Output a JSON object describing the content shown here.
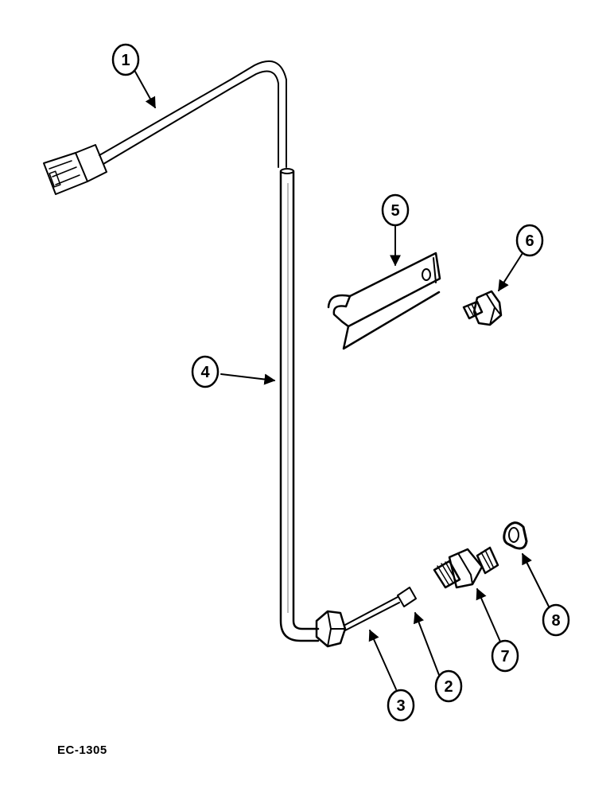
{
  "diagram": {
    "figure_code": "EC-1305",
    "callouts": [
      {
        "id": "1",
        "label": "1"
      },
      {
        "id": "2",
        "label": "2"
      },
      {
        "id": "3",
        "label": "3"
      },
      {
        "id": "4",
        "label": "4"
      },
      {
        "id": "5",
        "label": "5"
      },
      {
        "id": "6",
        "label": "6"
      },
      {
        "id": "7",
        "label": "7"
      },
      {
        "id": "8",
        "label": "8"
      }
    ]
  },
  "colors": {
    "ink": "#000000",
    "paper": "#ffffff"
  }
}
